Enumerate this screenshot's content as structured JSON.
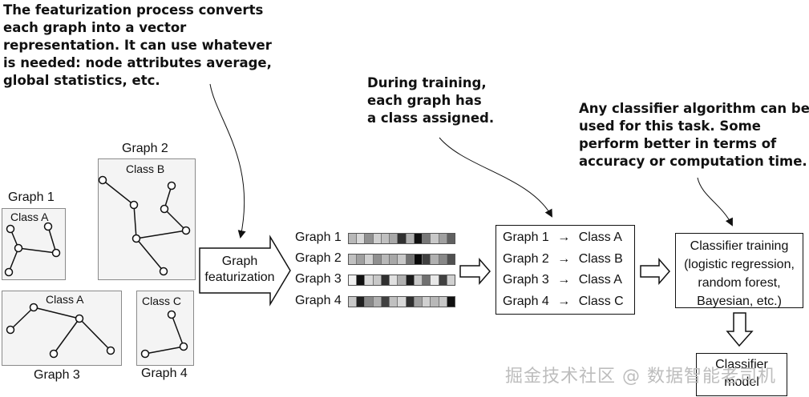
{
  "annotations": {
    "featurization": [
      "The featurization process converts",
      "each graph into a vector",
      "representation. It can use whatever",
      "is needed: node attributes average,",
      "global statistics, etc."
    ],
    "training": [
      "During training,",
      "each graph has",
      "a class assigned."
    ],
    "classifier": [
      "Any classifier algorithm can be",
      "used for this task. Some",
      "perform better in terms of",
      "accuracy or computation time."
    ]
  },
  "graphs": {
    "g1": {
      "title": "Graph 1",
      "class": "Class A"
    },
    "g2": {
      "title": "Graph 2",
      "class": "Class B"
    },
    "g3": {
      "title": "Graph 3",
      "class": "Class A"
    },
    "g4": {
      "title": "Graph 4",
      "class": "Class C"
    }
  },
  "featurization_arrow": {
    "line1": "Graph",
    "line2": "featurization"
  },
  "vectors": [
    {
      "label": "Graph 1",
      "cells": [
        "#b8b8b8",
        "#d8d8d8",
        "#909090",
        "#d0d0d0",
        "#c0c0c0",
        "#a8a8a8",
        "#303030",
        "#b0b0b0",
        "#101010",
        "#787878",
        "#c8c8c8",
        "#a0a0a0",
        "#606060"
      ]
    },
    {
      "label": "Graph 2",
      "cells": [
        "#c0c0c0",
        "#a0a0a0",
        "#d0d0d0",
        "#909090",
        "#b8b8b8",
        "#a8a8a8",
        "#c8c8c8",
        "#707070",
        "#080808",
        "#404040",
        "#b0b0b0",
        "#888888",
        "#505050"
      ]
    },
    {
      "label": "Graph 3",
      "cells": [
        "#f0f0f0",
        "#101010",
        "#d8d8d8",
        "#c8c8c8",
        "#303030",
        "#e0e0e0",
        "#b0b0b0",
        "#1a1a1a",
        "#c8c8c8",
        "#707070",
        "#e8e8e8",
        "#404040",
        "#d0d0d0"
      ]
    },
    {
      "label": "Graph 4",
      "cells": [
        "#c8c8c8",
        "#202020",
        "#888888",
        "#b0b0b0",
        "#404040",
        "#c0c0c0",
        "#d8d8d8",
        "#303030",
        "#a0a0a0",
        "#d0d0d0",
        "#b8b8b8",
        "#c8c8c8",
        "#101010"
      ]
    }
  ],
  "assignments": [
    {
      "graph": "Graph 1",
      "arrow": "→",
      "class": "Class A"
    },
    {
      "graph": "Graph 2",
      "arrow": "→",
      "class": "Class B"
    },
    {
      "graph": "Graph 3",
      "arrow": "→",
      "class": "Class A"
    },
    {
      "graph": "Graph 4",
      "arrow": "→",
      "class": "Class C"
    }
  ],
  "classifier_training": {
    "lines": [
      "Classifier training",
      "(logistic regression,",
      "random forest,",
      "Bayesian, etc.)"
    ]
  },
  "classifier_model": {
    "line1": "Classifier",
    "line2": "model"
  },
  "watermark": "掘金技术社区 @ 数据智能老司机"
}
